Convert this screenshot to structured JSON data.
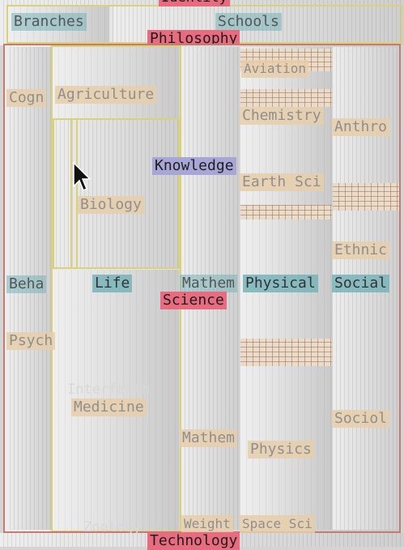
{
  "top": {
    "cut_text": "Identity",
    "branches": "Branches",
    "schools": "Schools",
    "philosophy": "Philosophy"
  },
  "main": {
    "knowledge": "Knowledge",
    "science": "Science",
    "life": "Life",
    "physical": "Physical",
    "social": "Social",
    "agriculture": "Agriculture",
    "biology": "Biology",
    "medicine": "Medicine",
    "zoology": "Zoology",
    "cognitive": "Cogn",
    "behavioral": "Beha",
    "psychology": "Psych",
    "mathematics_1": "Mathem",
    "mathematics_2": "Mathem",
    "weights": "Weight",
    "aviation": "Aviation",
    "chemistry": "Chemistry",
    "earth_science": "Earth Sci",
    "physics": "Physics",
    "space_science": "Space Sci",
    "anthropology": "Anthro",
    "ethnic": "Ethnic",
    "sociology": "Sociol",
    "interfaith": "Interfaith"
  },
  "bottom": {
    "technology": "Technology"
  },
  "colors": {
    "outer_border": "#c77a6e",
    "inner_border": "#d9d27a",
    "pink_label": "#e86b7f",
    "knowledge_label": "#a8a6d6",
    "teal_label": "#78b4b9",
    "tan_label": "#e8ceaa"
  }
}
